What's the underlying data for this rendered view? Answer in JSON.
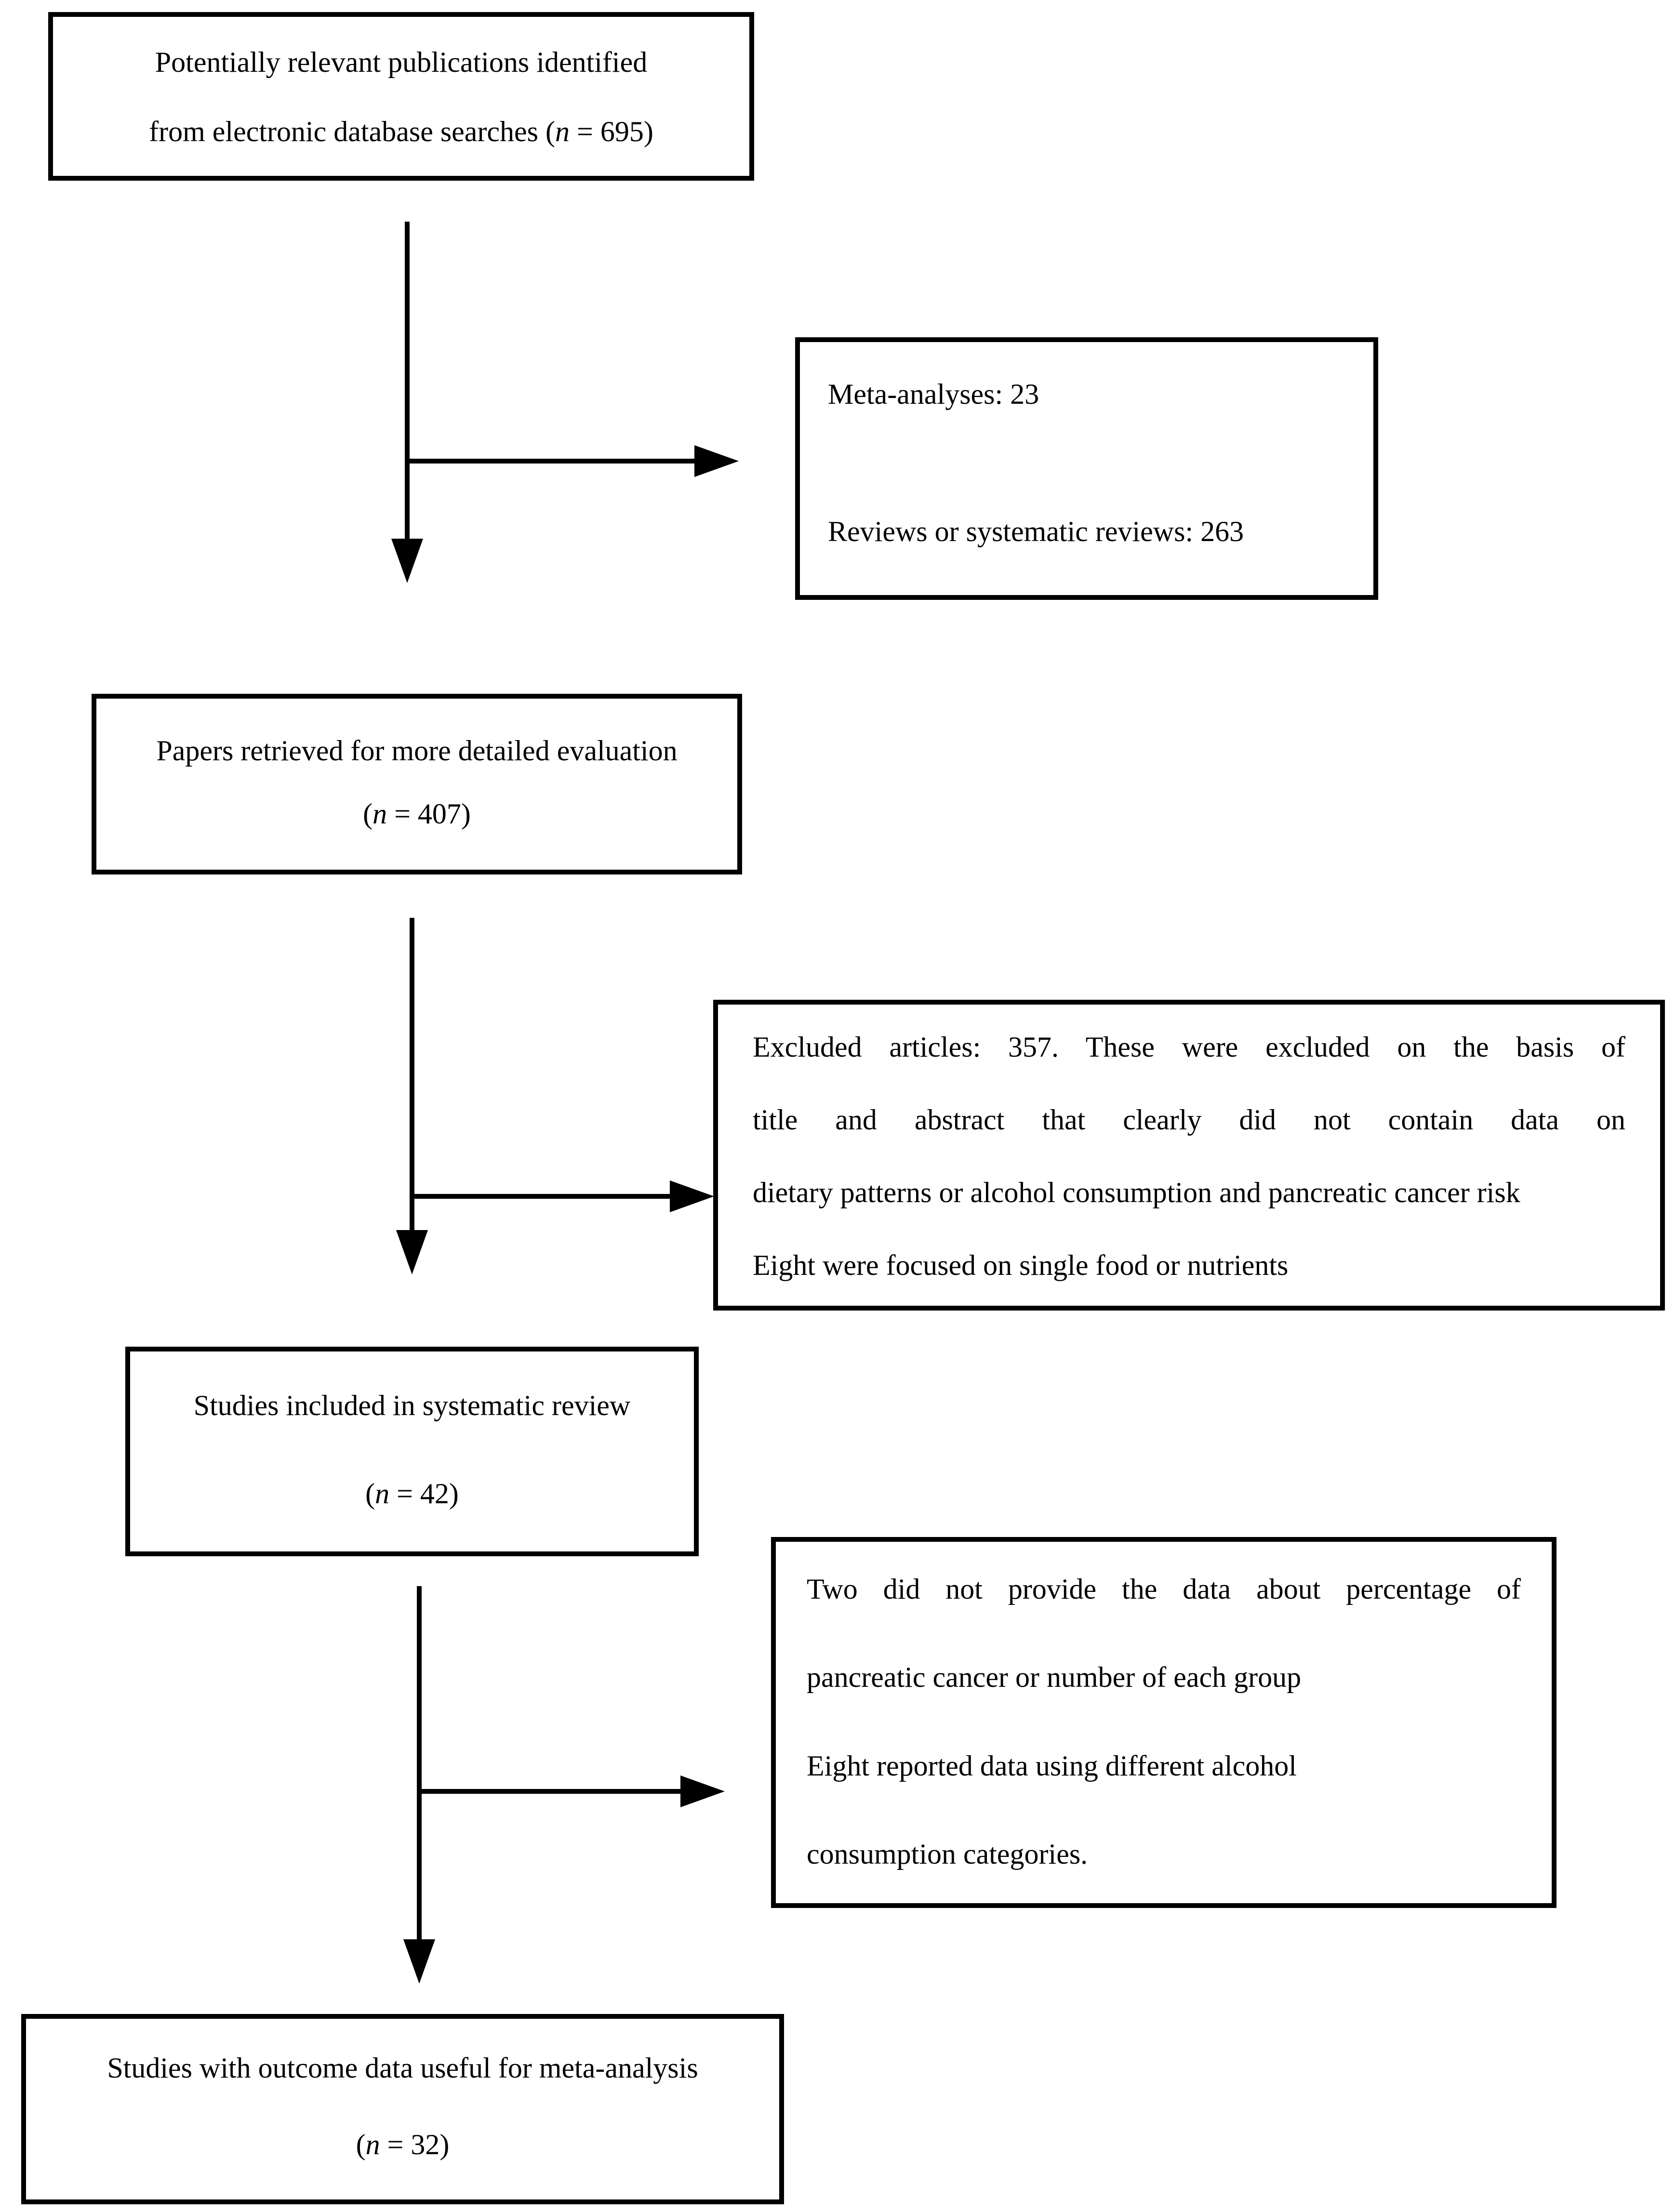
{
  "colors": {
    "ink": "#000000",
    "background": "#ffffff"
  },
  "boxes": {
    "identified": {
      "line1": "Potentially relevant publications identified",
      "line2_prefix": "from electronic database searches (",
      "line2_n": "n",
      "line2_suffix": " = 695)"
    },
    "meta_reviews": {
      "line1": "Meta-analyses: 23",
      "line2": "Reviews or systematic reviews: 263"
    },
    "retrieved": {
      "line1": "Papers retrieved for more detailed evaluation",
      "count_prefix": "(",
      "count_n": "n",
      "count_suffix": " = 407)"
    },
    "excluded": {
      "line1": "Excluded articles: 357. These were excluded on the basis of",
      "line2": "title and abstract that clearly did not contain data on",
      "line3": "dietary patterns or alcohol consumption and pancreatic cancer risk",
      "line4": "Eight were focused on single food or nutrients"
    },
    "included_review": {
      "line1": "Studies included in systematic review",
      "count_prefix": "(",
      "count_n": "n",
      "count_suffix": " = 42)"
    },
    "excluded_meta": {
      "line1": "Two did not provide the data about percentage of",
      "line2": "pancreatic cancer or number of each group",
      "line3": "Eight reported data using different alcohol",
      "line4": "consumption categories."
    },
    "meta_analysis": {
      "line1": "Studies with outcome data useful for meta-analysis",
      "count_prefix": "(",
      "count_n": "n",
      "count_suffix": " = 32)"
    }
  }
}
